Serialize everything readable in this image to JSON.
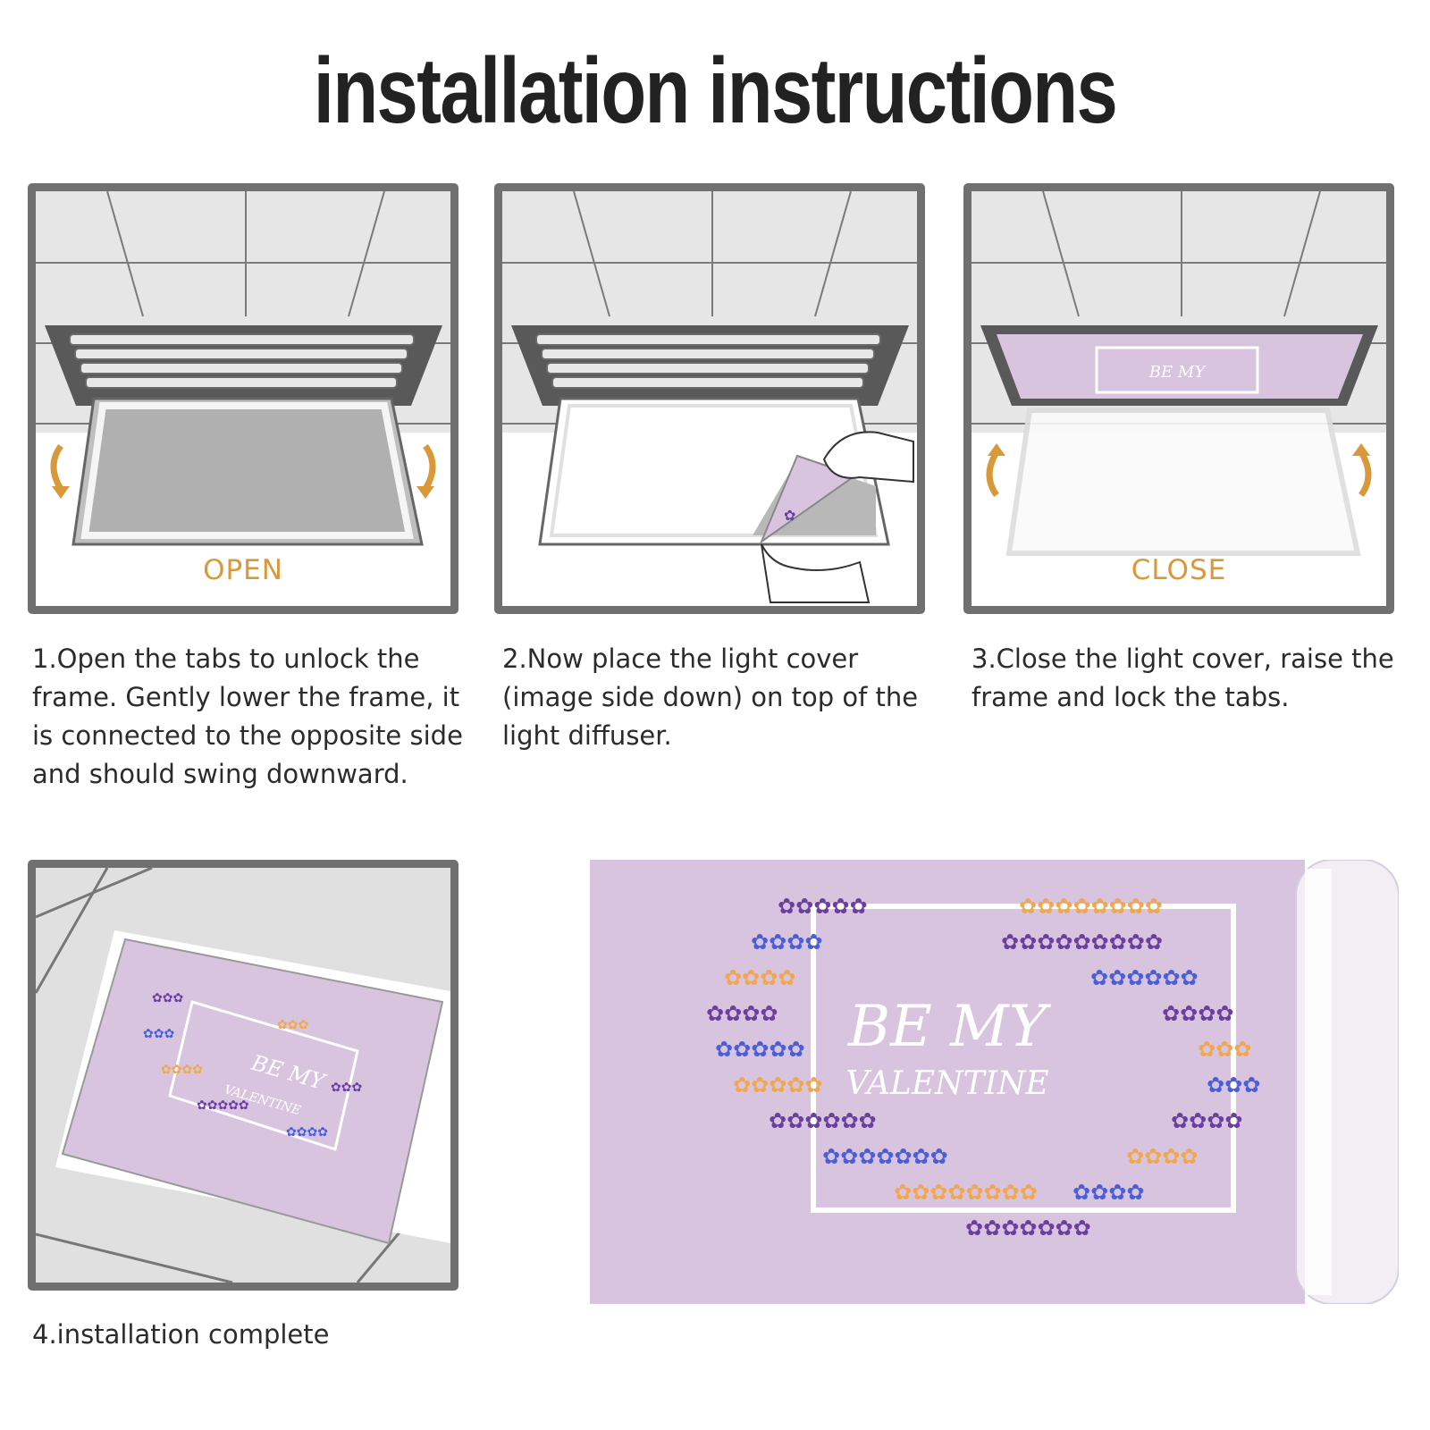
{
  "title": "installation instructions",
  "steps": [
    {
      "label": "OPEN",
      "caption": "1.Open the tabs to unlock the frame. Gently lower the frame, it is connected to the opposite side and should swing downward."
    },
    {
      "label": "",
      "caption": "2.Now place the light cover (image side down) on top of the light diffuser."
    },
    {
      "label": "CLOSE",
      "caption": "3.Close the light cover, raise the frame and lock the tabs."
    },
    {
      "label": "",
      "caption": "4.installation complete"
    }
  ],
  "product": {
    "line1": "BE MY",
    "line2": "VALENTINE"
  },
  "colors": {
    "accent": "#d9993a",
    "panel_border": "#707070",
    "lavender": "#d8c4df",
    "flower_purple": "#6a3fa0",
    "flower_blue": "#4a5ed8",
    "flower_orange": "#f0a850"
  }
}
